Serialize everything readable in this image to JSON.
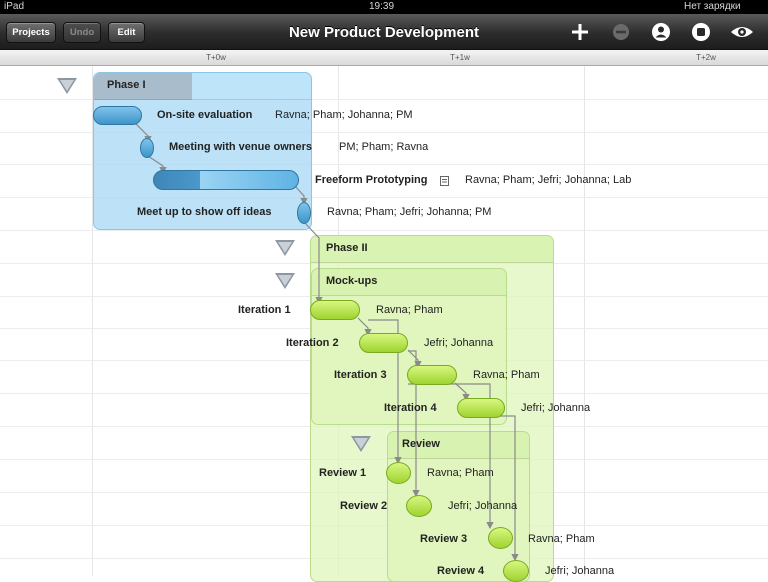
{
  "status": {
    "device": "iPad",
    "time": "19:39",
    "battery": "Нет зарядки"
  },
  "toolbar": {
    "projects": "Projects",
    "undo": "Undo",
    "edit": "Edit",
    "title": "New Product Development"
  },
  "timeline": {
    "ticks": [
      "T+0w",
      "T+1w",
      "T+2w"
    ]
  },
  "phases": {
    "phase1": "Phase I",
    "phase2": "Phase II",
    "mockups": "Mock-ups",
    "review": "Review"
  },
  "tasks": [
    {
      "name": "On-site evaluation",
      "assignees": "Ravna; Pham; Johanna; PM"
    },
    {
      "name": "Meeting with venue owners",
      "assignees": "PM; Pham; Ravna"
    },
    {
      "name": "Freeform Prototyping",
      "assignees": "Ravna; Pham; Jefri; Johanna; Lab"
    },
    {
      "name": "Meet up to show off ideas",
      "assignees": "Ravna; Pham; Jefri; Johanna; PM"
    },
    {
      "name": "Iteration 1",
      "assignees": "Ravna; Pham"
    },
    {
      "name": "Iteration 2",
      "assignees": "Jefri; Johanna"
    },
    {
      "name": "Iteration 3",
      "assignees": "Ravna; Pham"
    },
    {
      "name": "Iteration 4",
      "assignees": "Jefri; Johanna"
    },
    {
      "name": "Review 1",
      "assignees": "Ravna; Pham"
    },
    {
      "name": "Review 2",
      "assignees": "Jefri; Johanna"
    },
    {
      "name": "Review 3",
      "assignees": "Ravna; Pham"
    },
    {
      "name": "Review 4",
      "assignees": "Jefri; Johanna"
    }
  ],
  "icons": [
    "add-icon",
    "remove-icon",
    "person-icon",
    "stop-icon",
    "eye-icon",
    "note-icon",
    "disclosure-triangle-icon"
  ],
  "colors": {
    "blue_task": "#3e95c9",
    "green_task": "#9fd330",
    "blue_phase": "#aadaf5",
    "green_phase": "#def5b9"
  }
}
